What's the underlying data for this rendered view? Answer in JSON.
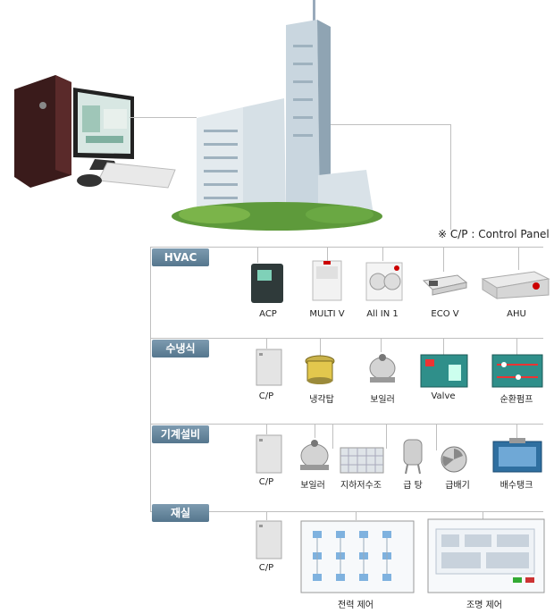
{
  "note": "※ C/P : Control Panel",
  "groups": [
    {
      "title": "HVAC",
      "items": [
        "ACP",
        "MULTI V",
        "All IN 1",
        "ECO V",
        "AHU"
      ]
    },
    {
      "title": "수냉식",
      "items": [
        "C/P",
        "냉각탑",
        "보일러",
        "Valve",
        "순환펌프"
      ]
    },
    {
      "title": "기계설비",
      "items": [
        "C/P",
        "보일러",
        "지하저수조",
        "급 탕",
        "급배기",
        "배수탱크"
      ]
    },
    {
      "title": "재실",
      "items": [
        "C/P",
        "전력 제어",
        "조명 제어"
      ]
    }
  ],
  "icons": [
    "computer-icon",
    "building-icon"
  ]
}
